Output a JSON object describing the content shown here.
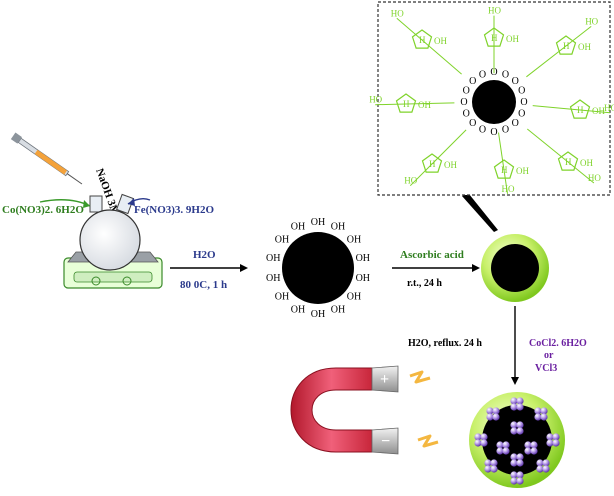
{
  "reagents": {
    "naoh": "NaOH 3M",
    "cobalt_nitrate": "Co(NO3)2. 6H2O",
    "iron_nitrate": "Fe(NO3)3. 9H2O"
  },
  "step1": {
    "reagent": "H2O",
    "condition": "80 0C, 1 h"
  },
  "step2": {
    "reagent": "Ascorbic acid",
    "condition": "r.t., 24 h"
  },
  "step3": {
    "left_condition": "H2O, reflux. 24 h",
    "reagent_line1": "CoCl2. 6H2O",
    "reagent_line2": "or",
    "reagent_line3": "VCl3"
  },
  "groups": {
    "hydroxyl": "OH",
    "oxygen": "O",
    "hydrogen": "H",
    "hydroxy_chain": "HO"
  },
  "magnet": {
    "plus": "+",
    "minus": "−"
  },
  "colors": {
    "core": "#000000",
    "shell": "#7fd32a",
    "blue_text": "#2b3a8c",
    "green_text": "#2e7d1e",
    "purple_text": "#6a1fa0",
    "magnet_red": "#e8404f",
    "spark": "#f4b740",
    "cluster": "#9b74d8"
  }
}
